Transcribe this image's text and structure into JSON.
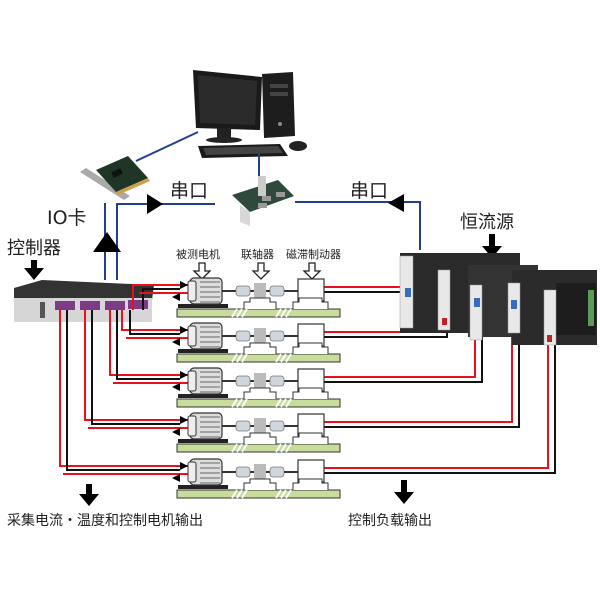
{
  "diagram": {
    "labels": {
      "serial_left": "串口",
      "serial_right": "串口",
      "io_card": "IO卡",
      "controller": "控制器",
      "constant_current_source": "恒流源",
      "motor_under_test": "被测电机",
      "coupling": "联轴器",
      "hysteresis_brake": "磁滞制动器",
      "bottom_left": "采集电流・温度和控制电机输出",
      "bottom_right": "控制负载输出"
    },
    "components": [
      "computer",
      "io-card",
      "serial-card",
      "controller",
      "constant-current-source",
      "motor-test-bench"
    ],
    "test_bench_count": 5,
    "colors": {
      "signal_line": "#1f3f8f",
      "power_red": "#e8101a",
      "power_black": "#111111",
      "base_plate": "#c8dc9c",
      "arrow": "#000000"
    }
  }
}
